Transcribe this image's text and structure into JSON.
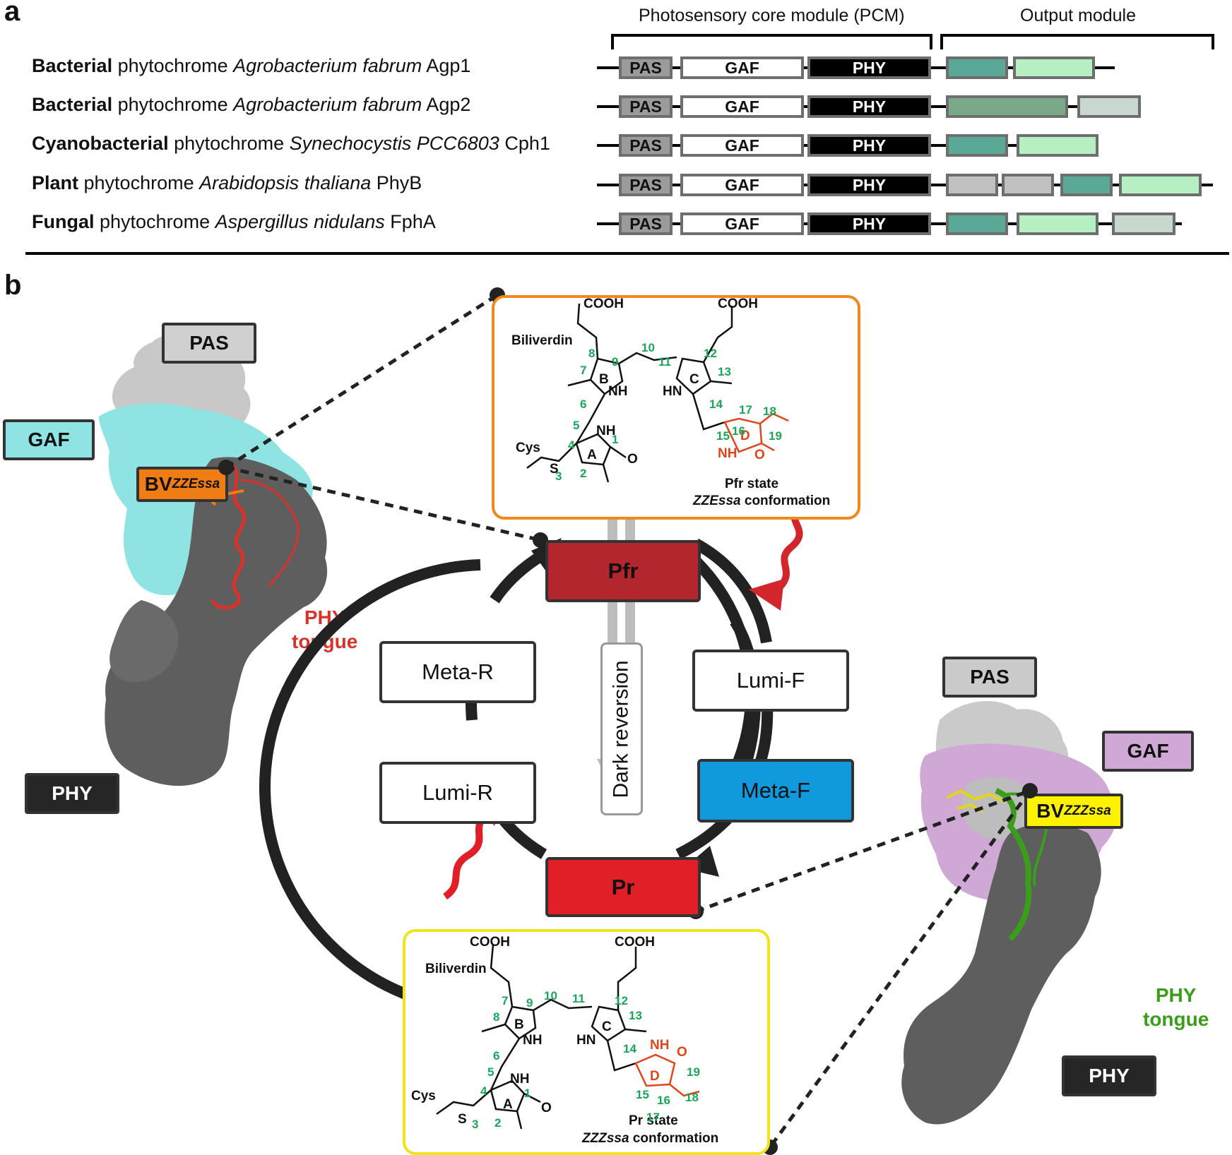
{
  "panel_a": {
    "letter": "a",
    "header_pcm": "Photosensory core module (PCM)",
    "header_output": "Output module",
    "rows": [
      {
        "kingdom": "Bacterial",
        "mid": " phytochrome ",
        "organism": "Agrobacterium fabrum",
        "protein": " Agp1"
      },
      {
        "kingdom": "Bacterial",
        "mid": " phytochrome ",
        "organism": "Agrobacterium fabrum",
        "protein": " Agp2"
      },
      {
        "kingdom": "Cyanobacterial",
        "mid": " phytochrome ",
        "organism": "Synechocystis PCC6803",
        "protein": " Cph1"
      },
      {
        "kingdom": "Plant",
        "mid": " phytochrome ",
        "organism": "Arabidopsis thaliana",
        "protein": " PhyB"
      },
      {
        "kingdom": "Fungal",
        "mid": " phytochrome ",
        "organism": "Aspergillus nidulans",
        "protein": " FphA"
      }
    ],
    "domains": {
      "pas": "PAS",
      "gaf": "GAF",
      "phy": "PHY"
    },
    "colors": {
      "pas": "#9b9b9b",
      "phy": "#000000",
      "teal": "#5aa996",
      "light_green": "#b6efc2",
      "dark_green": "#7aa98a",
      "pale": "#c8d8cf",
      "grey": "#c0c0c0"
    }
  },
  "panel_b": {
    "letter": "b",
    "left_structure": {
      "pas": "PAS",
      "gaf": "GAF",
      "bv": "BV",
      "bv_sub": "ZZEssa",
      "phy": "PHY",
      "tongue1": "PHY",
      "tongue2": "tongue"
    },
    "right_structure": {
      "pas": "PAS",
      "gaf": "GAF",
      "bv": "BV",
      "bv_sub": "ZZZssa",
      "phy": "PHY",
      "tongue1": "PHY",
      "tongue2": "tongue"
    },
    "cycle": {
      "pfr": "Pfr",
      "pr": "Pr",
      "meta_r": "Meta-R",
      "lumi_r": "Lumi-R",
      "lumi_f": "Lumi-F",
      "meta_f": "Meta-F",
      "dark_reversion": "Dark reversion"
    },
    "pfr_box": {
      "title": "Biliverdin",
      "state": "Pfr state",
      "conf_italic": "ZZEssa",
      "conf_rest": " conformation"
    },
    "pr_box": {
      "title": "Biliverdin",
      "state": "Pr state",
      "conf_italic": "ZZZssa",
      "conf_rest": " conformation"
    },
    "chem_labels": {
      "cooh": "COOH",
      "cys": "Cys",
      "s": "S",
      "nh": "NH",
      "hn": "HN",
      "o": "O",
      "rA": "A",
      "rB": "B",
      "rC": "C",
      "rD": "D"
    },
    "colors": {
      "pfr": "#b3262d",
      "pr": "#e01f26",
      "meta_f": "#1199dd",
      "gaf_left": "#8fe3e3",
      "gaf_right": "#cfa8d6",
      "bv_left": "#ef7d14",
      "bv_right": "#fff200",
      "orange_box": "#ef8a1a",
      "yellow_box": "#f1e418",
      "green_num": "#1aa55a",
      "red_ring": "#e0451c",
      "tongue_red": "#d9322a",
      "tongue_green": "#3a9e1a"
    }
  }
}
